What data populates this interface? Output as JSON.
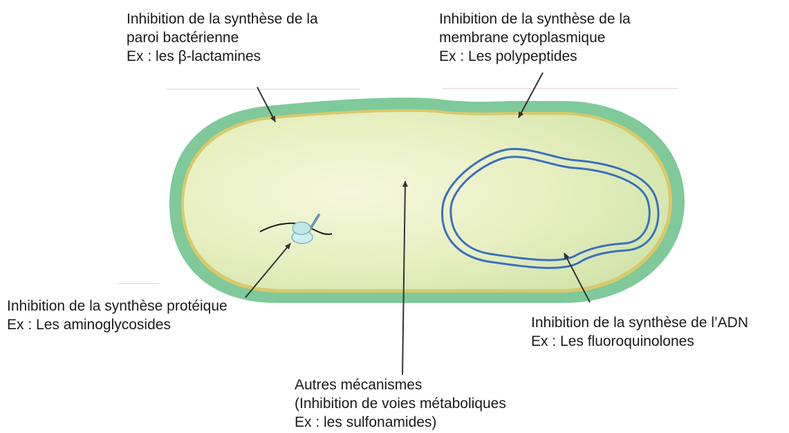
{
  "labels": {
    "cell_wall": {
      "line1": "Inhibition de la synthèse de la",
      "line2": "paroi bactérienne",
      "line3": "Ex : les β-lactamines"
    },
    "membrane": {
      "line1": "Inhibition de la synthèse de la",
      "line2": "membrane cytoplasmique",
      "line3": "Ex : Les polypeptides"
    },
    "protein": {
      "line1": "Inhibition de la synthèse protéique",
      "line2": "Ex : Les aminoglycosides"
    },
    "dna": {
      "line1": "Inhibition de la synthèse de l’ADN",
      "line2": "Ex : Les fluoroquinolones"
    },
    "other": {
      "line1": "Autres mécanismes",
      "line2": "(Inhibition de voies métaboliques",
      "line3": "Ex : les sulfonamides)"
    }
  },
  "colors": {
    "cell_wall": "#7fc99a",
    "cytoplasm": "#e6efbf",
    "membrane_line": "#d9c96a",
    "dna_strand": "#3a6fc0",
    "ribosome": "#bfe6e3",
    "arrow": "#333333"
  },
  "icons": {
    "ribosome": "ribosome-icon",
    "dna": "dna-loop-icon"
  }
}
